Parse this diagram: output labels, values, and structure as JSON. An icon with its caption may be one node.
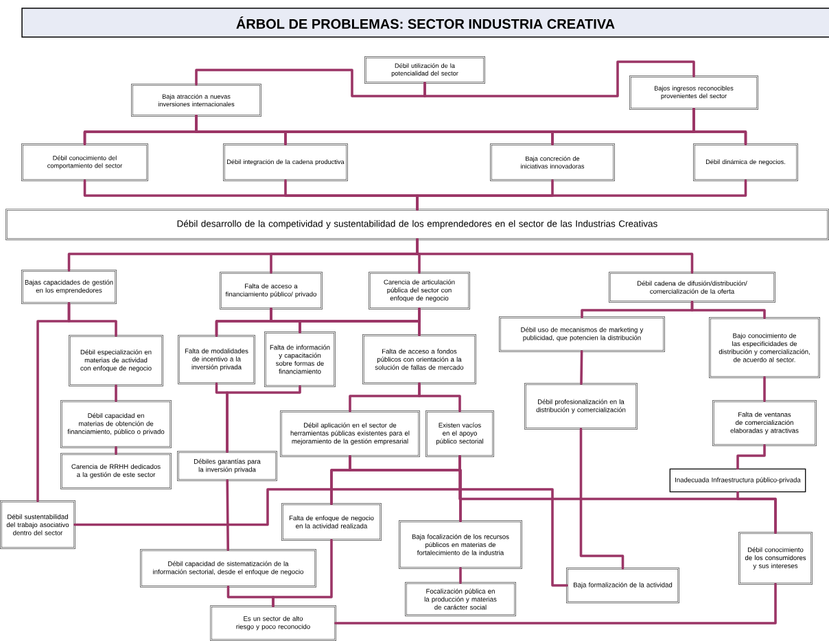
{
  "diagram": {
    "title": "ÁRBOL DE PROBLEMAS: SECTOR INDUSTRIA CREATIVA",
    "nodes": [
      {
        "text": [
          "Débil utilización de la potencialidad del sector"
        ]
      },
      {
        "text": [
          "Baja atracción a nuevas inversiones internacionales"
        ]
      },
      {
        "text": [
          "Bajos ingresos reconocibles provenientes del sector"
        ]
      },
      {
        "text": [
          "Débil conocimiento del comportamiento del sector"
        ]
      },
      {
        "text": [
          "Débil integración de la cadena productiva"
        ]
      },
      {
        "text": [
          "Baja concreción de iniciativas innovadoras"
        ]
      },
      {
        "text": [
          "Débil dinámica de negocios."
        ]
      },
      {
        "text": [
          "Débil desarrollo de la competividad y sustentabilidad de los emprendedores en el sector de las Industrias Creativas"
        ]
      },
      {
        "text": [
          "Bajas capacidades de gestión en los emprendedores"
        ]
      },
      {
        "text": [
          "Falta de acceso a financiamiento público/ privado"
        ]
      },
      {
        "text": [
          "Carencia de articulación pública del sector con enfoque de negocio"
        ]
      },
      {
        "text": [
          "Débil cadena de difusión/distribución/ comercialización de la oferta"
        ]
      },
      {
        "text": [
          "Débil especialización en materias de actividad con enfoque de negocio"
        ]
      },
      {
        "text": [
          "Falta de modalidades de incentivo a la inversión privada"
        ]
      },
      {
        "text": [
          "Falta de información y capacitación sobre formas de financiamiento"
        ]
      },
      {
        "text": [
          "Falta de acceso a fondos públicos con orientación a la solución de fallas de mercado"
        ]
      },
      {
        "text": [
          "Débil uso de mecanismos de marketing y publicidad, que potencien la distribución"
        ]
      },
      {
        "text": [
          "Bajo conocimiento de las especificidades de distribución y comercialización, de acuerdo al sector."
        ]
      },
      {
        "text": [
          "Débil capacidad en materias de obtención de financiamiento, público o privado"
        ]
      },
      {
        "text": [
          "Débil aplicación en el sector de herramientas públicas existentes para el mejoramiento de la gestión empresarial"
        ]
      },
      {
        "text": [
          "Existen vacíos en el apoyo público sectorial"
        ]
      },
      {
        "text": [
          "Débil profesionalización en la distribución y comercialización"
        ]
      },
      {
        "text": [
          "Falta de ventanas de comercialización elaboradas y atractivas"
        ]
      },
      {
        "text": [
          "Carencia de RRHH dedicados a la gestión de este sector"
        ]
      },
      {
        "text": [
          "Débiles garantías para la inversión privada"
        ]
      },
      {
        "text": [
          "Inadecuada Infraestructura público-privada"
        ]
      },
      {
        "text": [
          "Débil sustentabilidad del trabajo asociativo dentro del sector"
        ]
      },
      {
        "text": [
          "Falta de enfoque de negocio en la actividad realizada"
        ]
      },
      {
        "text": [
          "Baja focalización de los recursos públicos en materias de fortalecimiento de la industria"
        ]
      },
      {
        "text": [
          "Débil conocimiento de los consumidores y sus intereses"
        ]
      },
      {
        "text": [
          "Débil capacidad de sistematización de la información sectorial, desde el enfoque de negocio"
        ]
      },
      {
        "text": [
          "Baja formalización de la actividad"
        ]
      },
      {
        "text": [
          "Focalización pública en la producción y materias de carácter social"
        ]
      },
      {
        "text": [
          "Es un sector de alto riesgo y poco reconocido"
        ]
      }
    ],
    "edges": [
      {
        "from": 0,
        "to": 1,
        "arrow": "none"
      },
      {
        "from": 0,
        "to": 2,
        "arrow": "none"
      },
      {
        "from": 1,
        "to": 3,
        "arrow": "none"
      },
      {
        "from": 1,
        "to": 4,
        "arrow": "none"
      },
      {
        "from": 1,
        "to": 5,
        "arrow": "none"
      },
      {
        "from": 1,
        "to": 6,
        "arrow": "none"
      },
      {
        "from": 2,
        "to": 3,
        "arrow": "none"
      },
      {
        "from": 2,
        "to": 4,
        "arrow": "none"
      },
      {
        "from": 2,
        "to": 5,
        "arrow": "none"
      },
      {
        "from": 2,
        "to": 6,
        "arrow": "none"
      },
      {
        "from": 3,
        "to": 7,
        "arrow": "none"
      },
      {
        "from": 4,
        "to": 7,
        "arrow": "none"
      },
      {
        "from": 5,
        "to": 7,
        "arrow": "none"
      },
      {
        "from": 6,
        "to": 7,
        "arrow": "none"
      },
      {
        "from": 7,
        "to": 8,
        "arrow": "none"
      },
      {
        "from": 7,
        "to": 9,
        "arrow": "none"
      },
      {
        "from": 7,
        "to": 10,
        "arrow": "none"
      },
      {
        "from": 7,
        "to": 11,
        "arrow": "none"
      },
      {
        "from": 8,
        "to": 12,
        "arrow": "none"
      },
      {
        "from": 8,
        "to": 26,
        "arrow": "none"
      },
      {
        "from": 12,
        "to": 18,
        "arrow": "none"
      },
      {
        "from": 18,
        "to": 23,
        "arrow": "none"
      },
      {
        "from": 9,
        "to": 13,
        "arrow": "none"
      },
      {
        "from": 9,
        "to": 14,
        "arrow": "none"
      },
      {
        "from": 9,
        "to": 15,
        "arrow": "none"
      },
      {
        "from": 10,
        "to": 13,
        "arrow": "none"
      },
      {
        "from": 10,
        "to": 14,
        "arrow": "none"
      },
      {
        "from": 10,
        "to": 15,
        "arrow": "none"
      },
      {
        "from": 11,
        "to": 16,
        "arrow": "none"
      },
      {
        "from": 11,
        "to": 17,
        "arrow": "none"
      },
      {
        "from": 13,
        "to": 24,
        "arrow": "none"
      },
      {
        "from": 14,
        "to": 24,
        "arrow": "none"
      },
      {
        "from": 15,
        "to": 19,
        "arrow": "none"
      },
      {
        "from": 15,
        "to": 20,
        "arrow": "none"
      },
      {
        "from": 16,
        "to": 21,
        "arrow": "none"
      },
      {
        "from": 17,
        "to": 22,
        "arrow": "none"
      },
      {
        "from": 22,
        "to": 25,
        "arrow": "none"
      },
      {
        "from": 24,
        "to": 30,
        "arrow": "none"
      },
      {
        "from": 19,
        "to": 27,
        "arrow": "none"
      },
      {
        "from": 19,
        "to": 28,
        "arrow": "none"
      },
      {
        "from": 20,
        "to": 27,
        "arrow": "none"
      },
      {
        "from": 20,
        "to": 28,
        "arrow": "none"
      },
      {
        "from": 26,
        "to": 31,
        "arrow": "none"
      },
      {
        "from": 25,
        "to": 29,
        "arrow": "none"
      },
      {
        "from": 20,
        "to": 29,
        "arrow": "none"
      },
      {
        "from": 21,
        "to": 31,
        "arrow": "none"
      },
      {
        "from": 28,
        "to": 32,
        "arrow": "none"
      },
      {
        "from": 27,
        "to": 33,
        "arrow": "none"
      },
      {
        "from": 30,
        "to": 33,
        "arrow": "none"
      },
      {
        "from": 29,
        "to": 33,
        "arrow": "none"
      }
    ]
  }
}
